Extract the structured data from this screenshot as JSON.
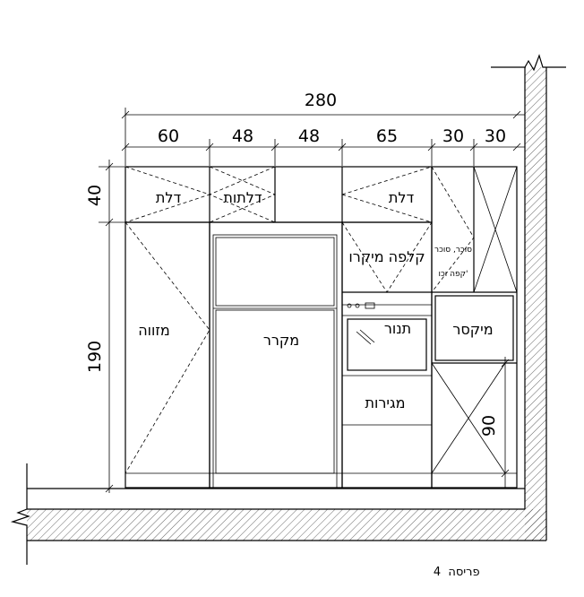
{
  "dimensions": {
    "total_width": "280",
    "widths": [
      "60",
      "48",
      "48",
      "65",
      "30",
      "30"
    ],
    "upper_height": "40",
    "lower_height": "190",
    "bottom_height": "90"
  },
  "labels": {
    "door_left": "דלת",
    "doors_mid": "דלתות",
    "door_right": "דלת",
    "pantry": "מזווה",
    "fridge": "מקרר",
    "microwave_shelf": "קלפה מיקרו",
    "oven": "תנור",
    "drawers": "מגירות",
    "mixer": "מיקסר",
    "small_note_1": "סוכר, סוכר",
    "small_note_2": "קפה וכו'"
  },
  "caption": {
    "text": "פריסה",
    "number": "4"
  }
}
